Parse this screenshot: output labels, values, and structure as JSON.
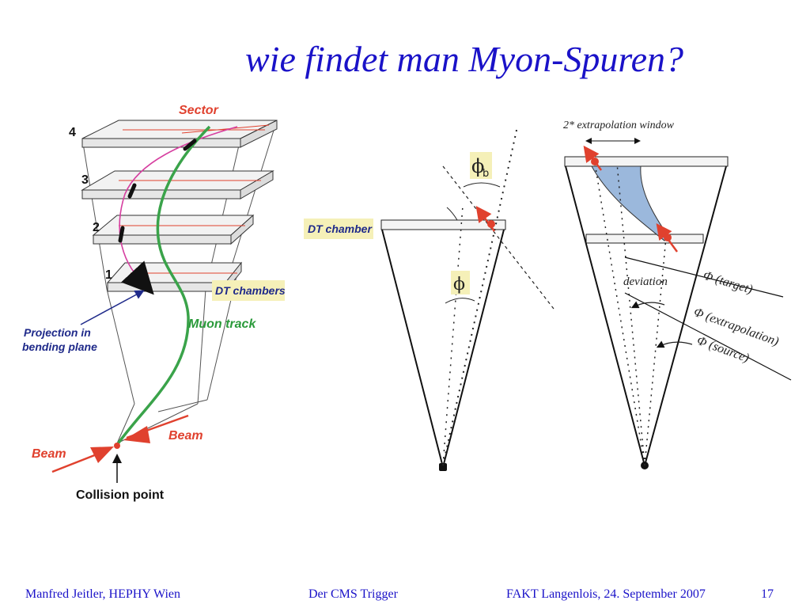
{
  "title": "wie findet man Myon-Spuren?",
  "left_figure": {
    "sector_label": "Sector",
    "station_numbers": [
      "4",
      "3",
      "2",
      "1"
    ],
    "dt_chambers_label": "DT chambers",
    "projection_label_line1": "Projection in",
    "projection_label_line2": "bending plane",
    "muon_track_label": "Muon track",
    "beam_label_left": "Beam",
    "beam_label_right": "Beam",
    "collision_label": "Collision point"
  },
  "middle_figure": {
    "dt_chamber_label": "DT chamber",
    "phi_b_label": "ϕ",
    "phi_b_sub": "b",
    "phi_label": "ϕ"
  },
  "right_figure": {
    "window_label": "2* extrapolation window",
    "deviation_label": "deviation",
    "phi_target": "Φ (target)",
    "phi_extrapolation": "Φ (extrapolation)",
    "phi_source": "Φ (source)"
  },
  "footer": {
    "author": "Manfred Jeitler, HEPHY Wien",
    "talk": "Der  CMS Trigger",
    "event": "FAKT Langenlois,  24. September 2007",
    "page": "17"
  },
  "colors": {
    "title": "#1a12c8",
    "accent_red": "#e0412e",
    "track_green": "#3aa34a",
    "label_bg": "#f5f0b8",
    "window_fill": "#9bb8dc"
  }
}
